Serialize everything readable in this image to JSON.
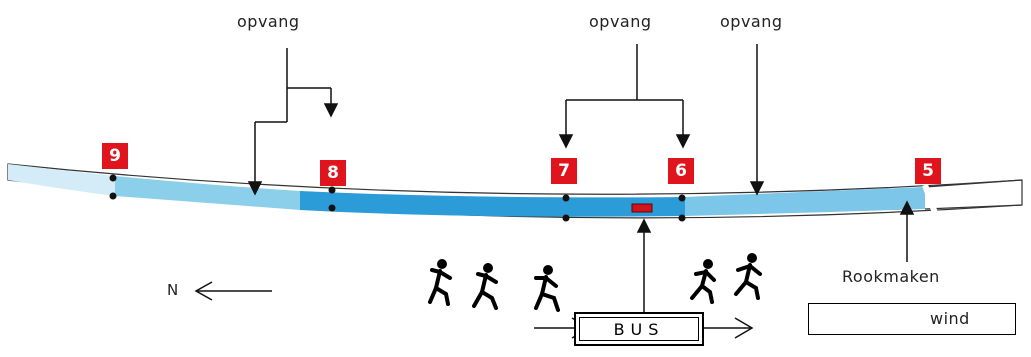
{
  "labels": {
    "opvang_1": "opvang",
    "opvang_2": "opvang",
    "opvang_3": "opvang",
    "rookmaken": "Rookmaken",
    "north": "N",
    "bus": "BUS",
    "wind": "wind"
  },
  "markers": {
    "m9": "9",
    "m8": "8",
    "m7": "7",
    "m6": "6",
    "m5": "5"
  },
  "colors": {
    "marker": "#e0141c",
    "road_dark": "#2a9ad6",
    "road_mid": "#6cc0e6",
    "road_light": "#cde8f4"
  }
}
